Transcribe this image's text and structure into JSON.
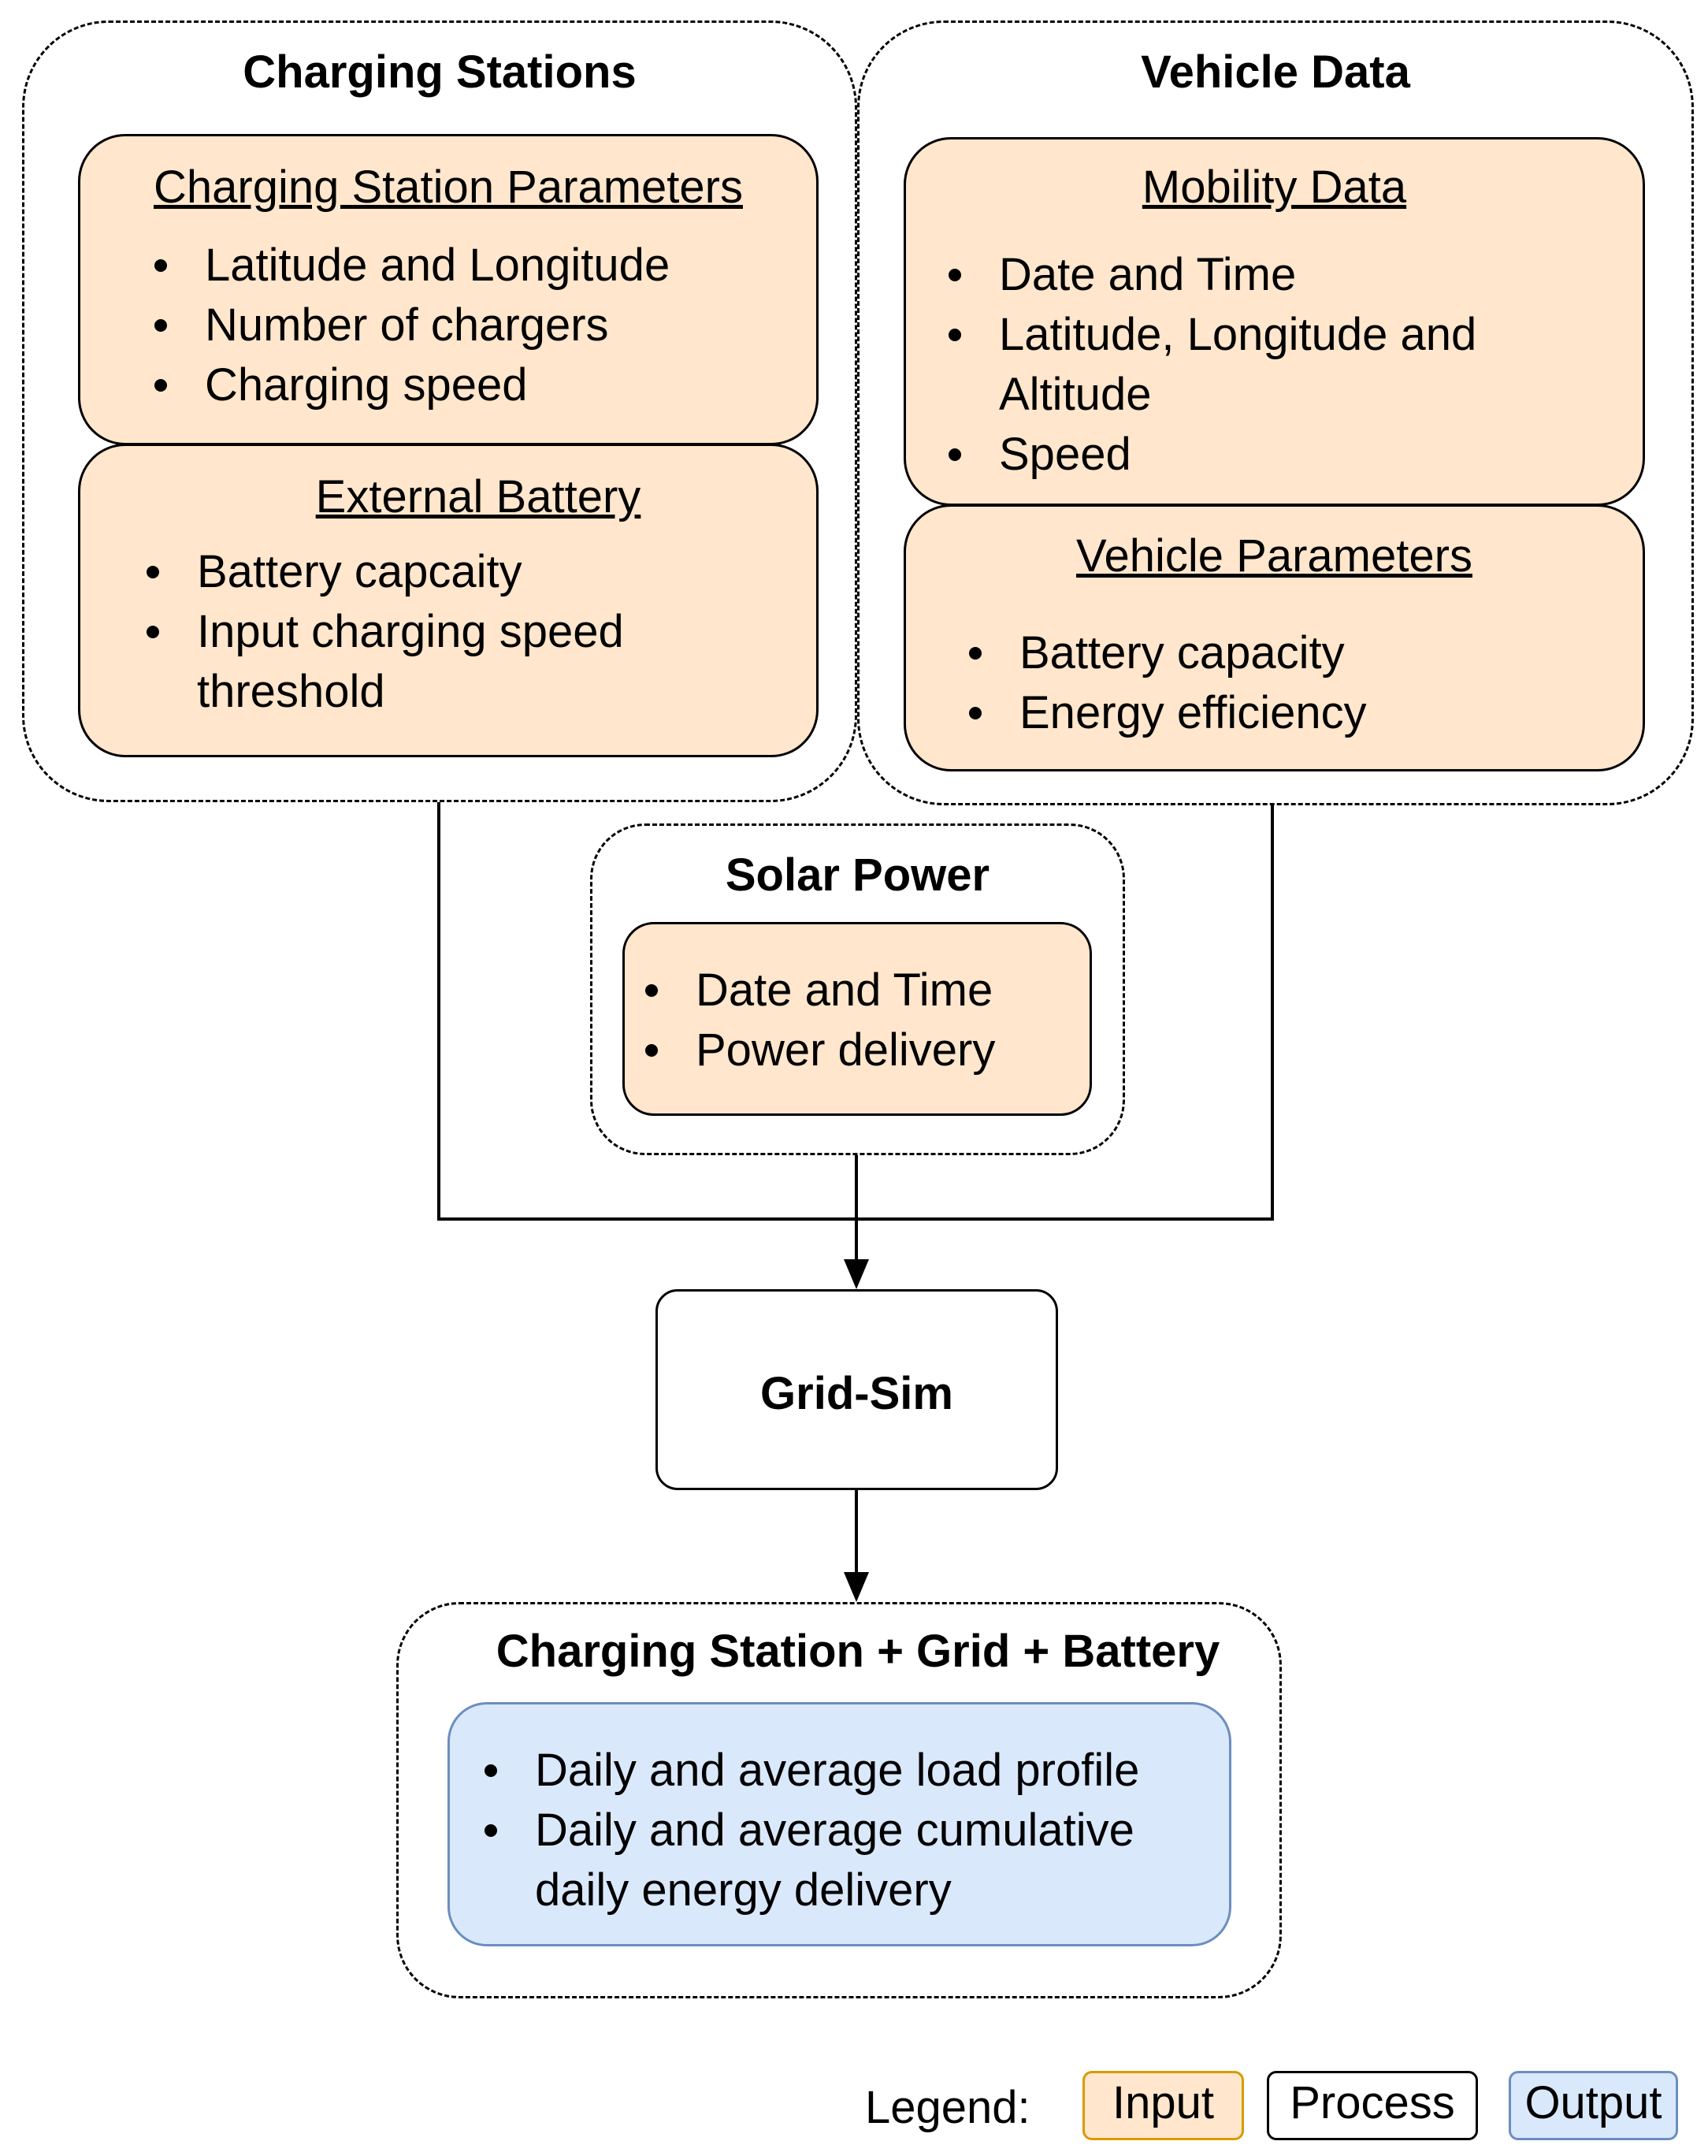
{
  "groups": {
    "charging_stations": {
      "title": "Charging Stations",
      "params": {
        "title": "Charging Station Parameters",
        "items": [
          "Latitude and Longitude",
          "Number of chargers",
          "Charging speed"
        ]
      },
      "battery": {
        "title": "External Battery",
        "items": [
          "Battery capcaity",
          "Input charging speed",
          "threshold"
        ]
      }
    },
    "vehicle_data": {
      "title": "Vehicle Data",
      "mobility": {
        "title": "Mobility Data",
        "items": [
          "Date and Time",
          "Latitude, Longitude and",
          "Altitude",
          "Speed"
        ]
      },
      "vehicle_params": {
        "title": "Vehicle Parameters",
        "items": [
          "Battery capacity",
          "Energy efficiency"
        ]
      }
    },
    "solar_power": {
      "title": "Solar Power",
      "items": [
        "Date and Time",
        "Power delivery"
      ]
    },
    "output": {
      "title": "Charging Station + Grid + Battery",
      "items": [
        "Daily and average load profile",
        "Daily and average cumulative",
        "daily energy delivery"
      ]
    }
  },
  "process": {
    "label": "Grid-Sim"
  },
  "legend": {
    "label": "Legend:",
    "input": "Input",
    "process": "Process",
    "output": "Output"
  },
  "colors": {
    "input_fill": "#ffe6cc",
    "input_border": "#d79b00",
    "output_fill": "#dae8fc",
    "output_border": "#6c8ebf",
    "line": "#000000"
  }
}
